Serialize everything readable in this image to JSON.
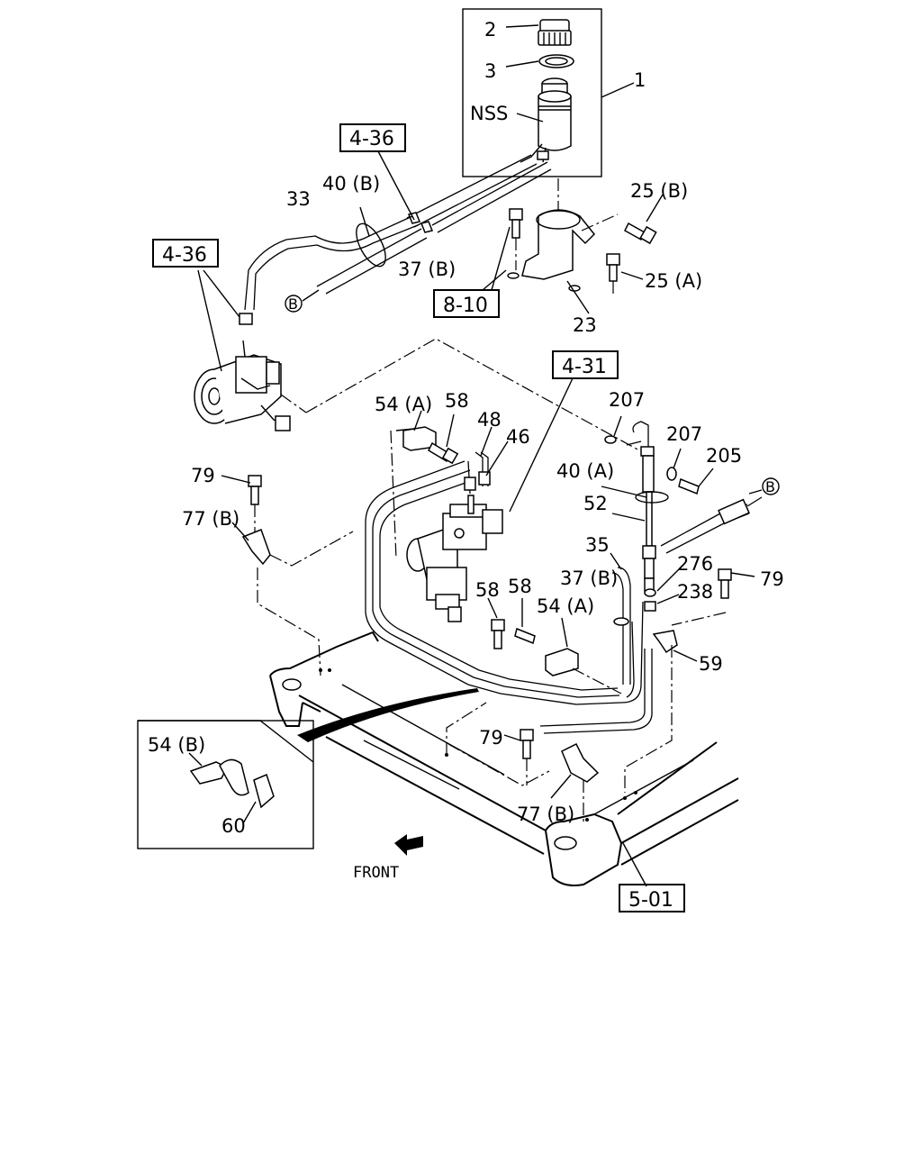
{
  "callouts": {
    "n1": "1",
    "n2": "2",
    "n3": "3",
    "nss": "NSS",
    "n33": "33",
    "n40b": "40 (B)",
    "n37b_top": "37 (B)",
    "n25b": "25 (B)",
    "n25a": "25 (A)",
    "n23": "23",
    "n207a": "207",
    "n207b": "207",
    "n205": "205",
    "n54a_top": "54 (A)",
    "n58_top": "58",
    "n48": "48",
    "n46": "46",
    "n79_left": "79",
    "n77b_left": "77 (B)",
    "n40a": "40 (A)",
    "n52": "52",
    "n35": "35",
    "n276": "276",
    "n79_right": "79",
    "n37b_mid": "37 (B)",
    "n238": "238",
    "n58_a": "58",
    "n58_b": "58",
    "n54a_mid": "54 (A)",
    "n59": "59",
    "n54b": "54 (B)",
    "n60": "60",
    "n79_bottom": "79",
    "n77b_bottom": "77 (B)",
    "circle_b": "B"
  },
  "refs": {
    "r436_top": "4-36",
    "r436_left": "4-36",
    "r810": "8-10",
    "r431": "4-31",
    "r501": "5-01"
  },
  "front_label": "FRONT"
}
